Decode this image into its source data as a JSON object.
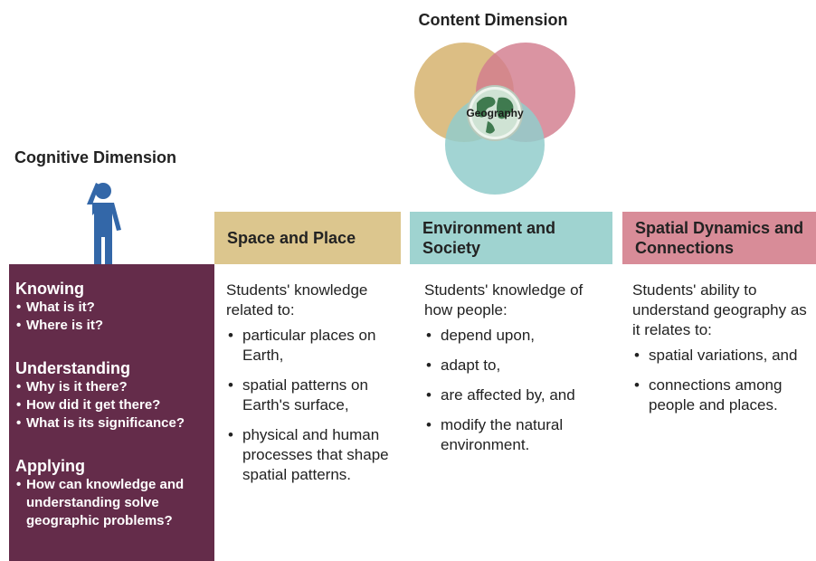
{
  "content_dimension": {
    "title": "Content Dimension",
    "center_label": "Geography"
  },
  "cognitive_dimension": {
    "title": "Cognitive Dimension",
    "groups": [
      {
        "heading": "Knowing",
        "items": [
          "What is it?",
          "Where is it?"
        ]
      },
      {
        "heading": "Understanding",
        "items": [
          "Why is it there?",
          "How did it get there?",
          "What is its significance?"
        ]
      },
      {
        "heading": "Applying",
        "items": [
          "How can knowledge and understanding solve geographic problems?"
        ]
      }
    ]
  },
  "columns": [
    {
      "heading": "Space and Place",
      "intro": "Students' knowledge related to:",
      "bullets": [
        "particular places on Earth,",
        "spatial patterns on Earth's surface,",
        "physical and human processes that shape spatial patterns."
      ],
      "color": "#dcc68e"
    },
    {
      "heading": "Environment and Society",
      "intro": "Students' knowledge of how people:",
      "bullets": [
        "depend upon,",
        "adapt to,",
        "are affected by, and",
        "modify the natural environment."
      ],
      "color": "#9fd3d0"
    },
    {
      "heading": "Spatial Dynamics and Connections",
      "intro": "Students' ability to understand geography as it relates to:",
      "bullets": [
        "spatial variations, and",
        "connections among people and places."
      ],
      "color": "#d88c98"
    }
  ],
  "colors": {
    "sidebar": "#642c4a",
    "venn_gold": "#d9b87a",
    "venn_pink": "#d27d8d",
    "venn_teal": "#92cccb"
  }
}
